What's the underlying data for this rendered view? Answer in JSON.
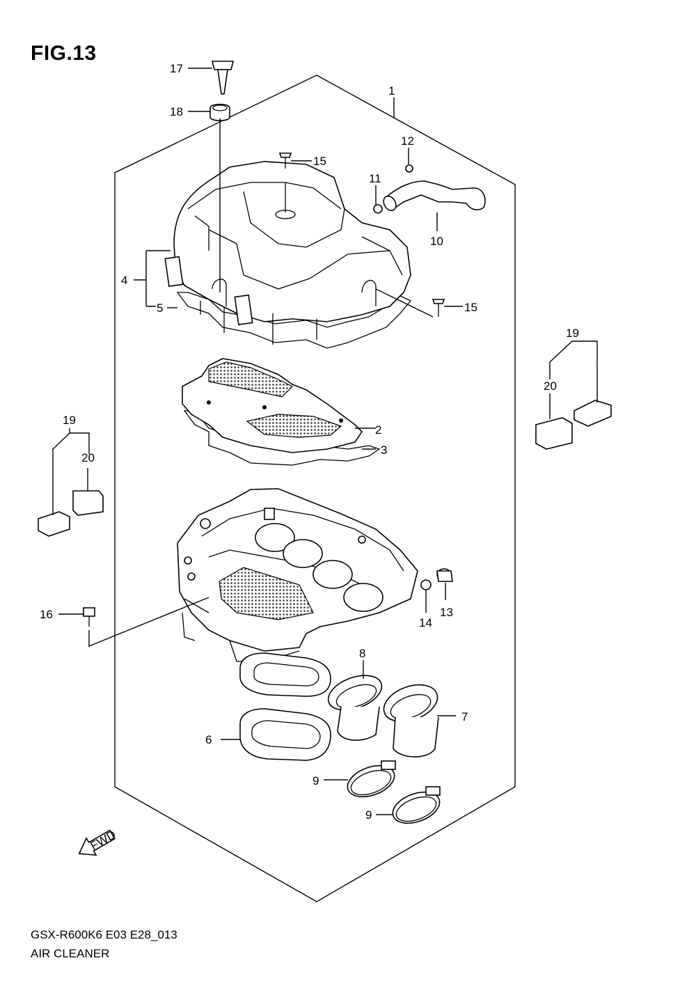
{
  "figure": {
    "title": "FIG.13",
    "code": "GSX-R600K6 E03 E28_013",
    "name": "AIR CLEANER",
    "direction_badge": "FWD"
  },
  "callouts": [
    {
      "id": "c1",
      "label": "1",
      "part": "air-cleaner-assembly"
    },
    {
      "id": "c2",
      "label": "2",
      "part": "air-filter-element"
    },
    {
      "id": "c3",
      "label": "3",
      "part": "seal"
    },
    {
      "id": "c4",
      "label": "4",
      "part": "cap-assembly"
    },
    {
      "id": "c5",
      "label": "5",
      "part": "seal"
    },
    {
      "id": "c6",
      "label": "6",
      "part": "seal"
    },
    {
      "id": "c7",
      "label": "7",
      "part": "funnel"
    },
    {
      "id": "c8",
      "label": "8",
      "part": "funnel"
    },
    {
      "id": "c9a",
      "label": "9",
      "part": "clamp"
    },
    {
      "id": "c9b",
      "label": "9",
      "part": "clamp"
    },
    {
      "id": "c10",
      "label": "10",
      "part": "hose"
    },
    {
      "id": "c11",
      "label": "11",
      "part": "clip"
    },
    {
      "id": "c12",
      "label": "12",
      "part": "clip"
    },
    {
      "id": "c13",
      "label": "13",
      "part": "cap"
    },
    {
      "id": "c14",
      "label": "14",
      "part": "clip"
    },
    {
      "id": "c15a",
      "label": "15",
      "part": "screw"
    },
    {
      "id": "c15b",
      "label": "15",
      "part": "screw"
    },
    {
      "id": "c16",
      "label": "16",
      "part": "bolt"
    },
    {
      "id": "c17",
      "label": "17",
      "part": "sensor"
    },
    {
      "id": "c18",
      "label": "18",
      "part": "grommet"
    },
    {
      "id": "c19a",
      "label": "19",
      "part": "sensor"
    },
    {
      "id": "c20a",
      "label": "20",
      "part": "cover"
    },
    {
      "id": "c19b",
      "label": "19",
      "part": "sensor"
    },
    {
      "id": "c20b",
      "label": "20",
      "part": "cover"
    }
  ]
}
